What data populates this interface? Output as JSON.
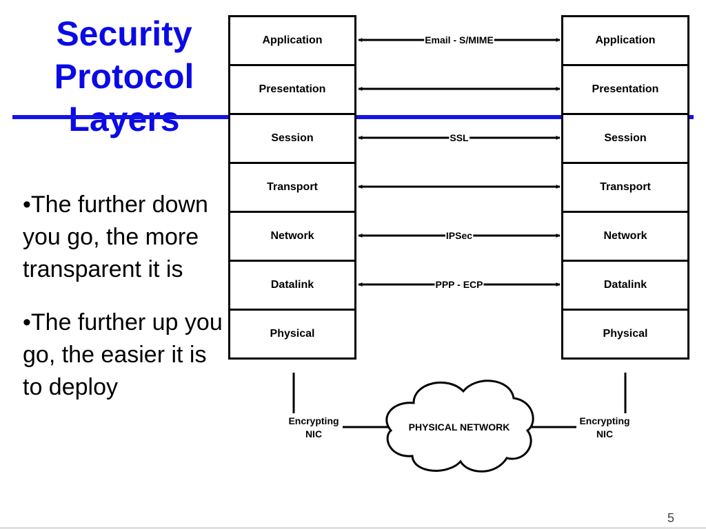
{
  "title": {
    "lines": [
      "Security",
      "Protocol",
      "Layers"
    ]
  },
  "bullets": [
    "•The further down you go, the more transparent it is",
    "•The further up you go, the easier it is to deploy"
  ],
  "stack_left": {
    "layers": [
      "Application",
      "Presentation",
      "Session",
      "Transport",
      "Network",
      "Datalink",
      "Physical"
    ]
  },
  "stack_right": {
    "layers": [
      "Application",
      "Presentation",
      "Session",
      "Transport",
      "Network",
      "Datalink",
      "Physical"
    ]
  },
  "links": [
    {
      "from": "Application",
      "to": "Application",
      "label": "Email - S/MIME"
    },
    {
      "from": "Presentation",
      "to": "Presentation",
      "label": ""
    },
    {
      "from": "Session",
      "to": "Session",
      "label": "SSL"
    },
    {
      "from": "Transport",
      "to": "Transport",
      "label": ""
    },
    {
      "from": "Network",
      "to": "Network",
      "label": "IPSec"
    },
    {
      "from": "Datalink",
      "to": "Datalink",
      "label": "PPP - ECP"
    }
  ],
  "nic_left": {
    "line1": "Encrypting",
    "line2": "NIC"
  },
  "nic_right": {
    "line1": "Encrypting",
    "line2": "NIC"
  },
  "network": {
    "label": "PHYSICAL NETWORK"
  },
  "page_number": "5",
  "colors": {
    "title": "#0a0ae6",
    "rule": "#1414e6"
  }
}
